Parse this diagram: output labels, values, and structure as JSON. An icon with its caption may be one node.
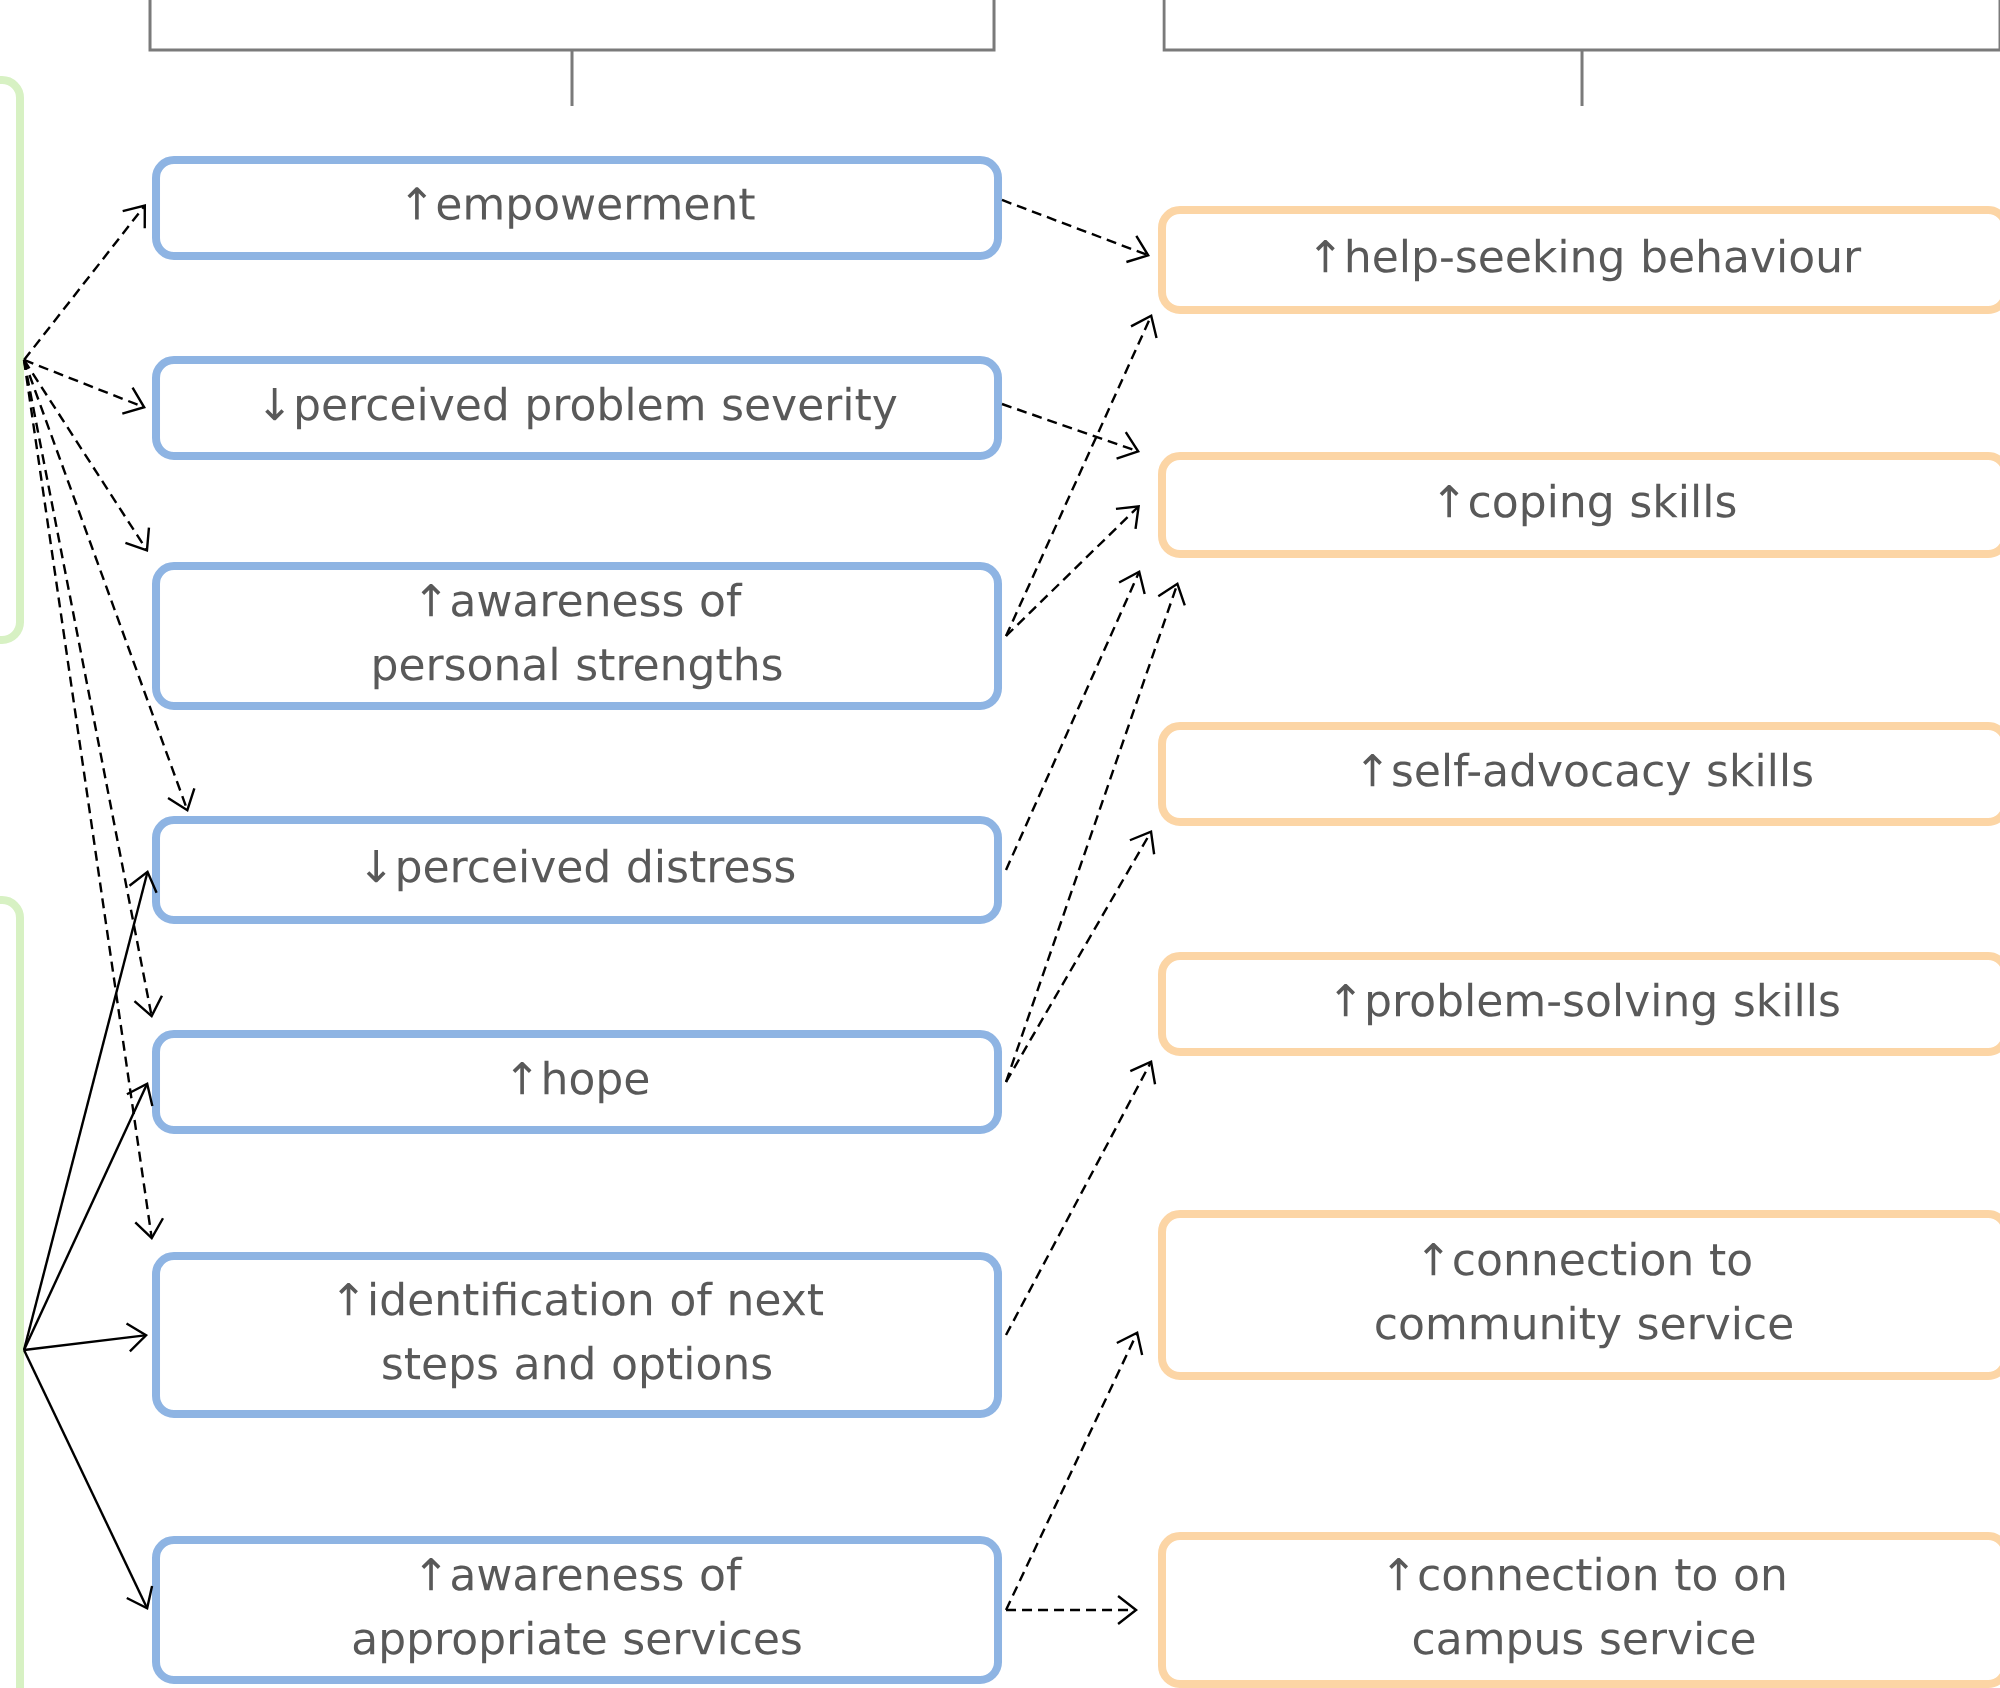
{
  "diagram": {
    "nodes": [
      {
        "text": [],
        "shape": "box"
      },
      {
        "text": [],
        "shape": "box"
      },
      {
        "text": [
          "↑empowerment"
        ]
      },
      {
        "text": [
          "↓perceived problem severity"
        ]
      },
      {
        "text": [
          "↑awareness of personal strengths"
        ]
      },
      {
        "text": [
          "↓perceived distress"
        ]
      },
      {
        "text": [
          "↑hope"
        ]
      },
      {
        "text": [
          "↑identification of next steps and options"
        ]
      },
      {
        "text": [
          "↑awareness of appropriate services"
        ]
      },
      {
        "text": [
          "↑help-seeking behaviour"
        ]
      },
      {
        "text": [
          "↑coping skills"
        ]
      },
      {
        "text": [
          "↑self-advocacy skills"
        ]
      },
      {
        "text": [
          "↑problem-solving skills"
        ]
      },
      {
        "text": [
          "↑connection to community service"
        ]
      },
      {
        "text": [
          "↑connection to on campus service"
        ]
      }
    ],
    "edges": [
      {
        "from": 0,
        "to": 2,
        "arrow": "to",
        "style": "dashed"
      },
      {
        "from": 0,
        "to": 3,
        "arrow": "to",
        "style": "dashed"
      },
      {
        "from": 0,
        "to": 4,
        "arrow": "to",
        "style": "dashed"
      },
      {
        "from": 0,
        "to": 5,
        "arrow": "to",
        "style": "dashed"
      },
      {
        "from": 0,
        "to": 6,
        "arrow": "to",
        "style": "dashed"
      },
      {
        "from": 0,
        "to": 7,
        "arrow": "to",
        "style": "dashed"
      },
      {
        "from": 1,
        "to": 5,
        "arrow": "to"
      },
      {
        "from": 1,
        "to": 6,
        "arrow": "to"
      },
      {
        "from": 1,
        "to": 7,
        "arrow": "to"
      },
      {
        "from": 1,
        "to": 8,
        "arrow": "to"
      },
      {
        "from": 2,
        "to": 9,
        "arrow": "to",
        "style": "dashed"
      },
      {
        "from": 3,
        "to": 10,
        "arrow": "to",
        "style": "dashed"
      },
      {
        "from": 4,
        "to": 9,
        "arrow": "to",
        "style": "dashed"
      },
      {
        "from": 4,
        "to": 10,
        "arrow": "to",
        "style": "dashed"
      },
      {
        "from": 5,
        "to": 10,
        "arrow": "to",
        "style": "dashed"
      },
      {
        "from": 6,
        "to": 10,
        "arrow": "to",
        "style": "dashed"
      },
      {
        "from": 6,
        "to": 11,
        "arrow": "to",
        "style": "dashed"
      },
      {
        "from": 7,
        "to": 12,
        "arrow": "to",
        "style": "dashed"
      },
      {
        "from": 8,
        "to": 13,
        "arrow": "to",
        "style": "dashed"
      },
      {
        "from": 8,
        "to": 14,
        "arrow": "to",
        "style": "dashed"
      }
    ]
  }
}
